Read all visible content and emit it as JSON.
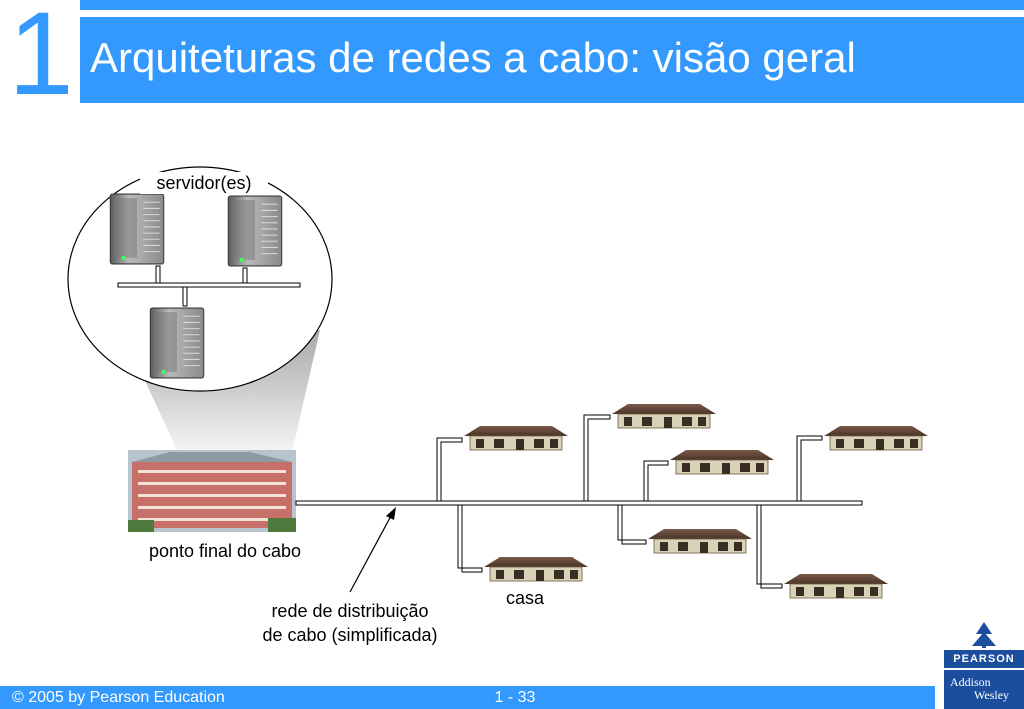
{
  "slide": {
    "chapter_number": "1",
    "title": "Arquiteturas de redes a cabo: visão geral"
  },
  "diagram": {
    "servers_label": "servidor(es)",
    "headend_label": "ponto final do cabo",
    "home_label": "casa",
    "distribution_label_line1": "rede de distribuição",
    "distribution_label_line2": "de cabo (simplificada)",
    "icons": {
      "server": "server-tower-icon",
      "headend": "office-building-icon",
      "home": "house-icon"
    }
  },
  "footer": {
    "copyright": "© 2005 by Pearson Education",
    "page": "1 - 33"
  },
  "logo": {
    "brand": "PEARSON",
    "imprint_line1": "Addison",
    "imprint_line2": "Wesley"
  },
  "colors": {
    "accent_blue": "#3399ff",
    "logo_blue": "#1b4f9e"
  }
}
